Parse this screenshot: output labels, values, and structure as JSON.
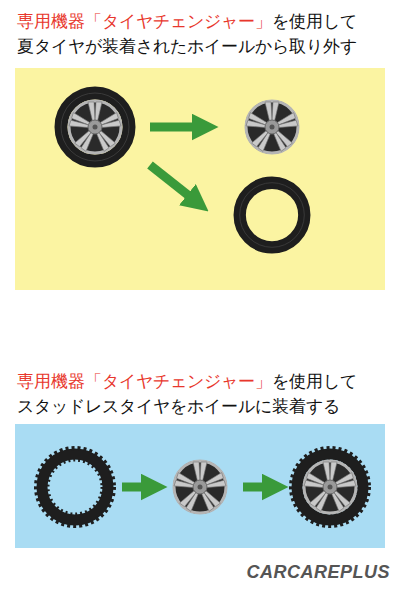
{
  "diagram": {
    "labels": [
      "専用機器「タイヤチェンジャー」",
      "を使用して",
      "夏タイヤが装着されたホイールから取り外す",
      "専用機器「タイヤチェンジャー」",
      "を使用して",
      "スタッドレスタイヤをホイールに装着する",
      "CARCAREPLUS"
    ]
  }
}
